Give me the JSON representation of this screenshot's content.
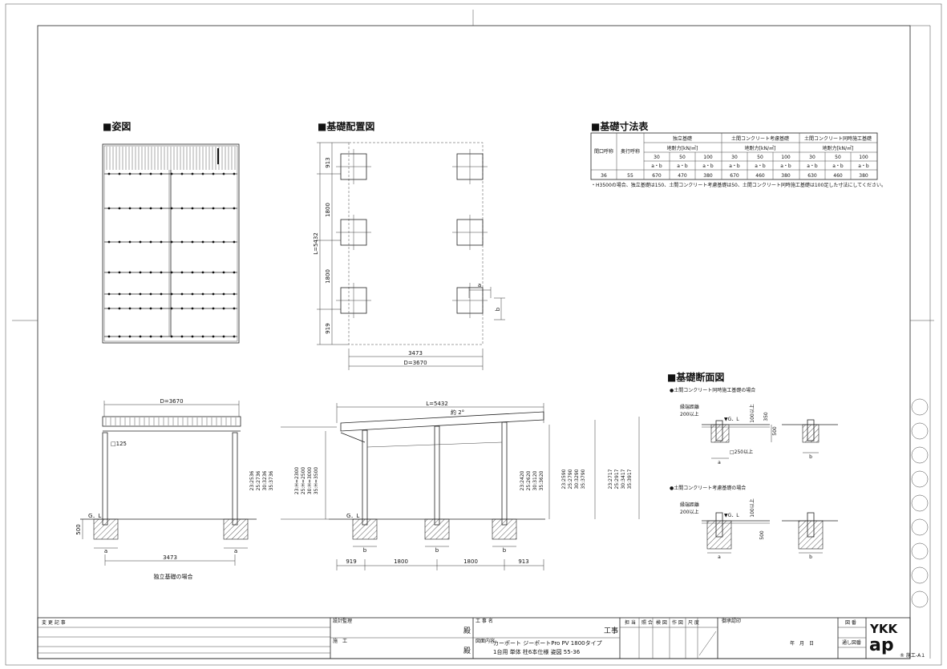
{
  "sections": {
    "elevation": "■姿図",
    "layout": "■基礎配置図",
    "table": "■基礎寸法表",
    "section": "■基礎断面図"
  },
  "layout_dims": {
    "top": "913",
    "mid1": "1800",
    "mid2": "1800",
    "bottom": "919",
    "length": "L=5432",
    "inner_width": "3473",
    "depth": "D=3670",
    "a": "a",
    "b": "b"
  },
  "table": {
    "corner1": "間口呼称",
    "corner2": "奥行呼称",
    "groups": [
      "独立基礎",
      "土間コンクリート考慮基礎",
      "土間コンクリート同時施工基礎"
    ],
    "sub": "地耐力[kN/㎡]",
    "loads": [
      "30",
      "50",
      "100",
      "30",
      "50",
      "100",
      "30",
      "50",
      "100"
    ],
    "ab": "a・b",
    "row": [
      "36",
      "55",
      "670",
      "470",
      "380",
      "670",
      "460",
      "380",
      "630",
      "460",
      "380"
    ],
    "note": "・H3500の場合、独立基礎は150、土間コンクリート考慮基礎は50、土間コンクリート同時施工基礎は100足した寸法にしてください。"
  },
  "front": {
    "width": "D=3670",
    "post": "□125",
    "heights": [
      "23:2536",
      "25:2736",
      "30:3236",
      "35:3736"
    ],
    "gl": "G．L",
    "depth": "500",
    "a": "a",
    "span": "3473",
    "caption": "独立基礎の場合"
  },
  "side": {
    "length": "L=5432",
    "slope": "約 2°",
    "h_left": [
      "23:H=2300",
      "25:H=2500",
      "30:H=3000",
      "35:H=3500"
    ],
    "h_mid": [
      "23:2420",
      "25:2620",
      "30:3120",
      "35:3620"
    ],
    "h_mid2": [
      "23:2590",
      "25:2790",
      "30:3290",
      "35:3790"
    ],
    "h_right": [
      "23:2717",
      "25:2917",
      "30:3417",
      "35:3917"
    ],
    "gl": "G．L",
    "b": "b",
    "spans": [
      "919",
      "1800",
      "1800",
      "913"
    ]
  },
  "sect": {
    "case1": "●土間コンクリート同時施工基礎の場合",
    "case2": "●土間コンクリート考慮基礎の場合",
    "joint": "縁端距離",
    "min200": "200以上",
    "min100": "100以上",
    "gl": "▼G．L",
    "d350": "350",
    "d500": "500",
    "post250": "□250以上",
    "a": "a",
    "b": "b"
  },
  "title_block": {
    "revision": "変 更 記 事",
    "supervisor": "設計監理",
    "contractor": "施　工",
    "dono": "殿",
    "project_label": "工 事 名",
    "project_suffix": "工事",
    "drawing_label": "図面内容",
    "drawing_line1": "カーポート ジーポートPro PV 1800タイプ",
    "drawing_line2": "1台用 単体 柱6本仕様 姿図 55-36",
    "stamp_cols": [
      "担 当",
      "照 合",
      "検 図",
      "作 図",
      "尺 度"
    ],
    "approval": "御承認印",
    "date": "年　月　日",
    "sheet_label": "図 番",
    "serial": "通し図番",
    "brand_top": "YKK",
    "brand_bottom": "ap",
    "code": "® 施工-A１"
  }
}
